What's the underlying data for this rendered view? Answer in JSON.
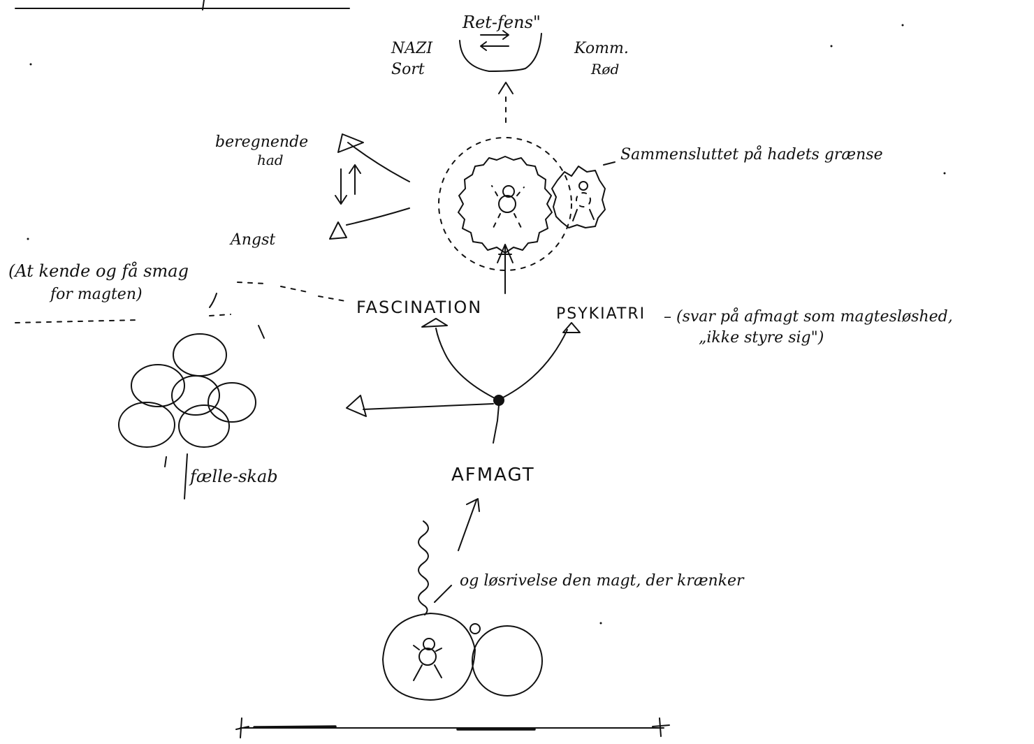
{
  "top_cluster": {
    "center_label": "Ret-fens\"",
    "left_label_line1": "NAZI",
    "left_label_line2": "Sort",
    "right_label_line1": "Komm.",
    "right_label_line2": "Rød"
  },
  "emotions": {
    "hate_line1": "beregnende",
    "hate_line2": "had",
    "fear": "Angst"
  },
  "fusion_label": "Sammensluttet på hadets grænse",
  "fascination_note_line1": "(At kende og få smag",
  "fascination_note_line2": "for magten)",
  "fascination": "FASCINATION",
  "psychiatry": "PSYKIATRI",
  "psychiatry_note_line1": "– (svar på afmagt som magtesløshed,",
  "psychiatry_note_line2": "„ikke styre sig\")",
  "community": "fælle-skab",
  "powerlessness": "AFMAGT",
  "injury_note": "og løsrivelse den magt, der krænker"
}
